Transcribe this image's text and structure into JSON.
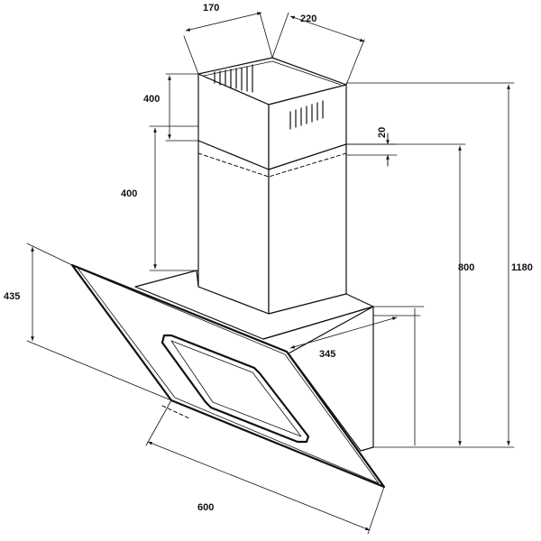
{
  "drawing": {
    "dimensions": {
      "chimney_width": "170",
      "chimney_depth": "220",
      "upper_chimney_height": "400",
      "lower_chimney_height": "400",
      "overlap": "20",
      "hood_height": "435",
      "hood_depth": "345",
      "min_height": "800",
      "max_height": "1180",
      "hood_width": "600"
    }
  }
}
